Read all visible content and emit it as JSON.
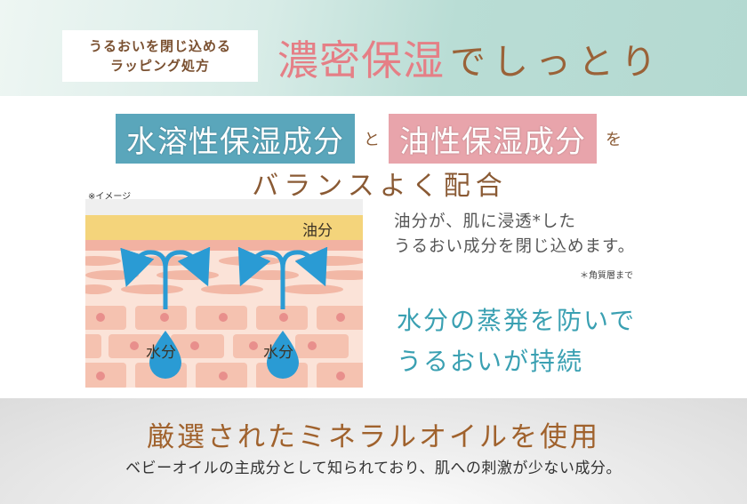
{
  "header": {
    "tag_lines": [
      "うるおいを閉じ込める",
      "ラッピング処方"
    ],
    "headline_emphasis": "濃密保湿",
    "headline_rest": "でしっとり",
    "colors": {
      "teal_bg": "#b4d9d1",
      "pink": "#e57f86",
      "brown": "#9a6238"
    }
  },
  "balance": {
    "water_badge": "水溶性保湿成分",
    "connector_and": "と",
    "oil_badge": "油性保湿成分",
    "connector_wo": "を",
    "subtitle": "バランスよく配合",
    "colors": {
      "water": "#5aa6bb",
      "oil": "#e8a4ab"
    }
  },
  "diagram": {
    "note": "※イメージ",
    "oil_label": "油分",
    "water_label_left": "水分",
    "water_label_right": "水分",
    "icons": [
      "water-drop-icon",
      "arrow-split-icon"
    ]
  },
  "description": {
    "line1": "油分が、肌に浸透*した",
    "line2": "うるおい成分を閉じ込めます。",
    "footnote": "＊角質層まで"
  },
  "keep": {
    "line1": "水分の蒸発を防いで",
    "line2": "うるおいが持続"
  },
  "bottom": {
    "title": "厳選されたミネラルオイルを使用",
    "subtitle": "ベビーオイルの主成分として知られており、肌への刺激が少ない成分。"
  }
}
